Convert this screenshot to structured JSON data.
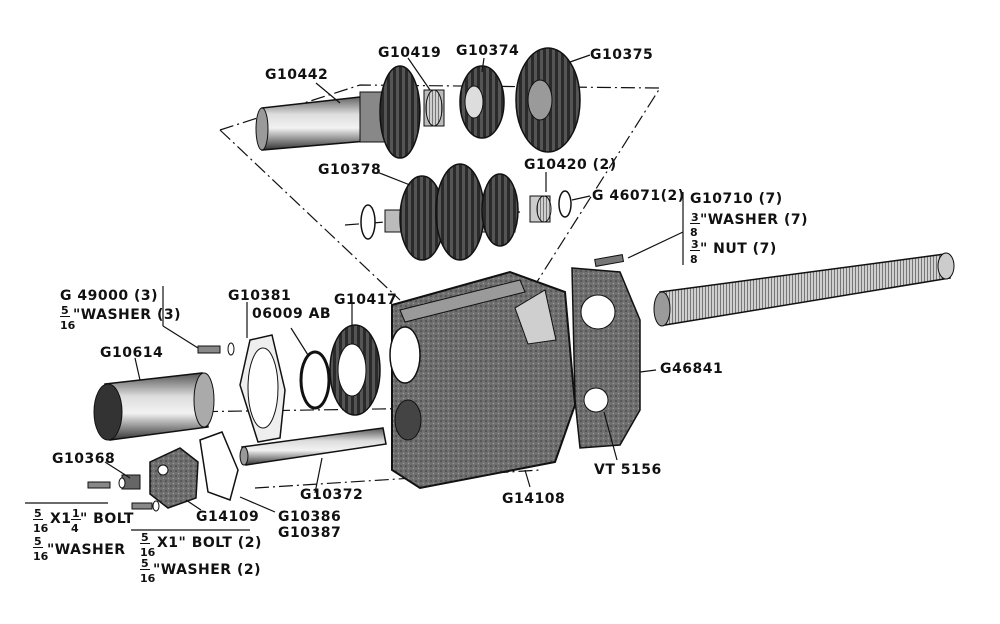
{
  "diagram": {
    "parts": [
      {
        "id": "G10442"
      },
      {
        "id": "G10419"
      },
      {
        "id": "G10374"
      },
      {
        "id": "G10375"
      },
      {
        "id": "G10378"
      },
      {
        "id": "G10420",
        "qty": "(2)"
      },
      {
        "id": "G 46071",
        "qty": "(2)"
      },
      {
        "id": "G10710",
        "qty": "(7)"
      },
      {
        "id": "G 49000",
        "qty": "(3)"
      },
      {
        "id": "G10381"
      },
      {
        "id": "06009 AB"
      },
      {
        "id": "G10417"
      },
      {
        "id": "G10614"
      },
      {
        "id": "G46841"
      },
      {
        "id": "G10368"
      },
      {
        "id": "G14109"
      },
      {
        "id": "G10372"
      },
      {
        "id": "G10386"
      },
      {
        "id": "G10387"
      },
      {
        "id": "G14108"
      },
      {
        "id": "VT 5156"
      }
    ],
    "hardware": {
      "washer_38": {
        "num": "3",
        "den": "8",
        "text": "\"WASHER (7)"
      },
      "nut_38": {
        "num": "3",
        "den": "8",
        "text": "\" NUT (7)"
      },
      "washer_516_3": {
        "num": "5",
        "den": "16",
        "text": "\"WASHER (3)"
      },
      "bolt_516_114": {
        "num": "5",
        "den": "16",
        "mid": "X1",
        "num2": "1",
        "den2": "4",
        "text": "\" BOLT"
      },
      "washer_516": {
        "num": "5",
        "den": "16",
        "text": "\"WASHER"
      },
      "bolt_516_1": {
        "num": "5",
        "den": "16",
        "text": "X1\" BOLT (2)"
      },
      "washer_516_2": {
        "num": "5",
        "den": "16",
        "text": "\"WASHER (2)"
      }
    }
  }
}
